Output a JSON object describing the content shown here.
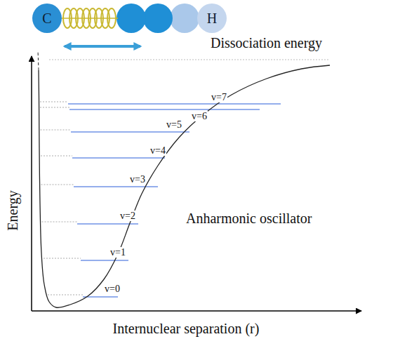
{
  "diagram": {
    "nodes": [
      {
        "text": [
          "C"
        ]
      },
      {
        "text": [
          "H"
        ]
      }
    ],
    "labels": [
      "Dissociation energy",
      "v=7",
      "v=6",
      "v=5",
      "v=4",
      "v=3",
      "v=2",
      "v=1",
      "v=0",
      "Energy",
      "Anharmonic oscillator",
      "Internuclear separation (r)"
    ]
  }
}
